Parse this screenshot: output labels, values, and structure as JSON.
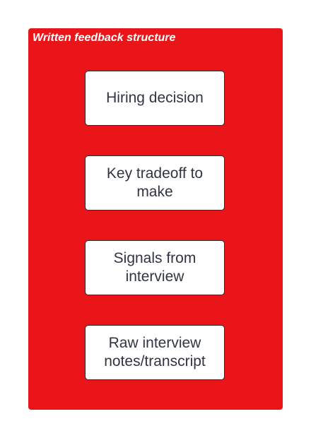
{
  "frame": {
    "title": "Written feedback structure",
    "color": "#ea1519"
  },
  "boxes": [
    {
      "label": "Hiring decision"
    },
    {
      "label": "Key tradeoff to make"
    },
    {
      "label": "Signals from interview"
    },
    {
      "label": "Raw interview notes/transcript"
    }
  ]
}
